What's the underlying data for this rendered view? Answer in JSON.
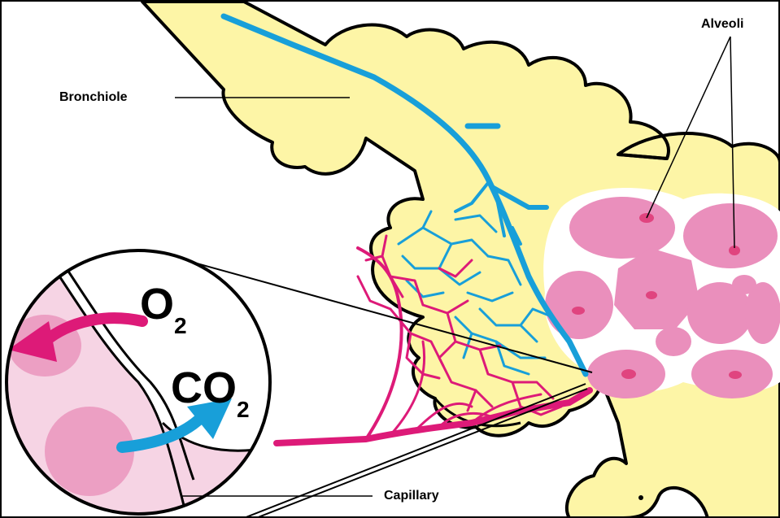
{
  "labels": {
    "bronchiole": "Bronchiole",
    "alveoli": "Alveoli",
    "capillary": "Capillary"
  },
  "gases": {
    "oxygen_main": "O",
    "oxygen_sub": "2",
    "carbon_dioxide_main": "CO",
    "carbon_dioxide_sub": "2"
  },
  "colors": {
    "airway_fill": "#fdf5a6",
    "alveolus_fill": "#ea8fbc",
    "alveolus_dot": "#e0447f",
    "blood_low_oxygen": "#189fd9",
    "blood_high_oxygen": "#dd1a78",
    "inset_tissue": "#f6d4e4",
    "inset_blob": "#ec9fc3"
  }
}
